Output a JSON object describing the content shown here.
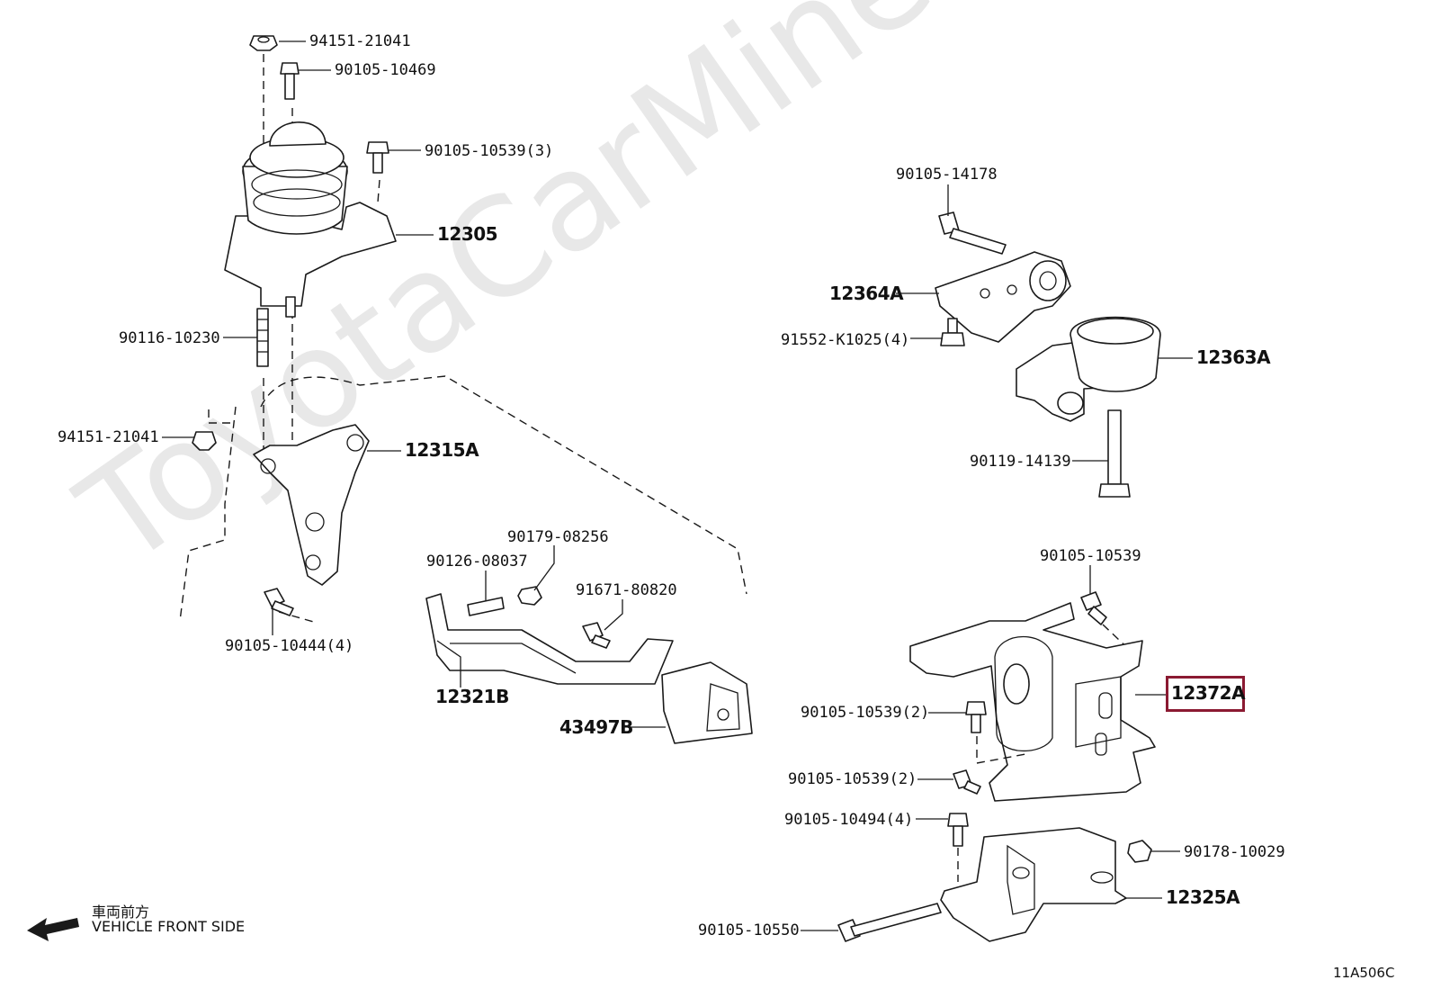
{
  "watermark": "ToyotaCarMine.ru",
  "labels": {
    "p_94151_21041_top": "94151-21041",
    "p_90105_10469": "90105-10469",
    "p_90105_10539_3": "90105-10539(3)",
    "p_12305": "12305",
    "p_90116_10230": "90116-10230",
    "p_94151_21041_mid": "94151-21041",
    "p_12315A": "12315A",
    "p_90105_10444_4": "90105-10444(4)",
    "p_90179_08256": "90179-08256",
    "p_90126_08037": "90126-08037",
    "p_91671_80820": "91671-80820",
    "p_12321B": "12321B",
    "p_43497B": "43497B",
    "p_90105_14178": "90105-14178",
    "p_12364A": "12364A",
    "p_91552_K1025_4": "91552-K1025(4)",
    "p_12363A": "12363A",
    "p_90119_14139": "90119-14139",
    "p_90105_10539_right": "90105-10539",
    "p_12372A": "12372A",
    "p_90105_10539_2a": "90105-10539(2)",
    "p_90105_10539_2b": "90105-10539(2)",
    "p_90105_10494_4": "90105-10494(4)",
    "p_90178_10029": "90178-10029",
    "p_12325A": "12325A",
    "p_90105_10550": "90105-10550"
  },
  "highlighted_part": "12372A",
  "direction": {
    "japanese": "車両前方",
    "english": "VEHICLE FRONT SIDE"
  },
  "figure_code": "11A506C",
  "colors": {
    "highlight": "#8b1a32",
    "line": "#1a1a1a",
    "watermark": "#e8e8e8"
  }
}
